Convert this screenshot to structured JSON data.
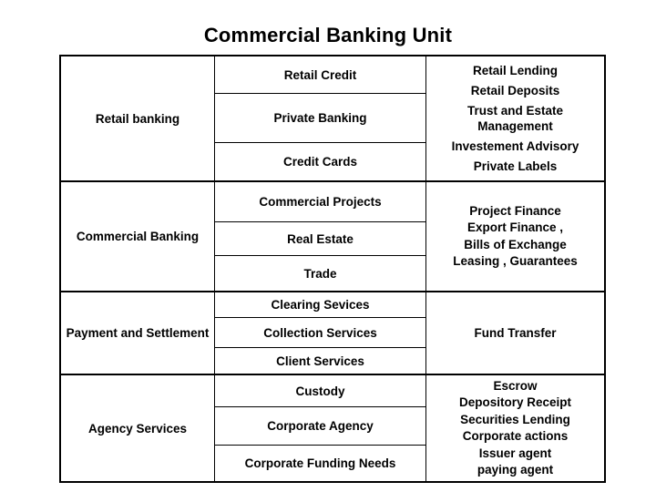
{
  "title": "Commercial Banking Unit",
  "table": {
    "rows": [
      {
        "category": "Retail banking",
        "services": [
          "Retail Credit",
          "Private Banking",
          "Credit Cards"
        ],
        "details": [
          "Retail Lending",
          "Retail Deposits",
          "Trust and Estate Management",
          "Investement Advisory",
          "Private Labels"
        ]
      },
      {
        "category": "Commercial Banking",
        "services": [
          "Commercial Projects",
          "Real Estate",
          "Trade"
        ],
        "details": [
          "Project Finance",
          "Export Finance ,",
          "Bills of Exchange",
          "Leasing , Guarantees"
        ]
      },
      {
        "category": "Payment and Settlement",
        "services": [
          "Clearing Sevices",
          "Collection Services",
          "Client Services"
        ],
        "details": [
          "Fund Transfer"
        ]
      },
      {
        "category": "Agency Services",
        "services": [
          "Custody",
          "Corporate Agency",
          "Corporate Funding Needs"
        ],
        "details": [
          "Escrow",
          "Depository Receipt",
          "Securities Lending",
          "Corporate actions",
          "Issuer agent",
          "paying agent"
        ]
      }
    ]
  },
  "colors": {
    "background": "#ffffff",
    "text": "#000000",
    "border": "#000000"
  }
}
